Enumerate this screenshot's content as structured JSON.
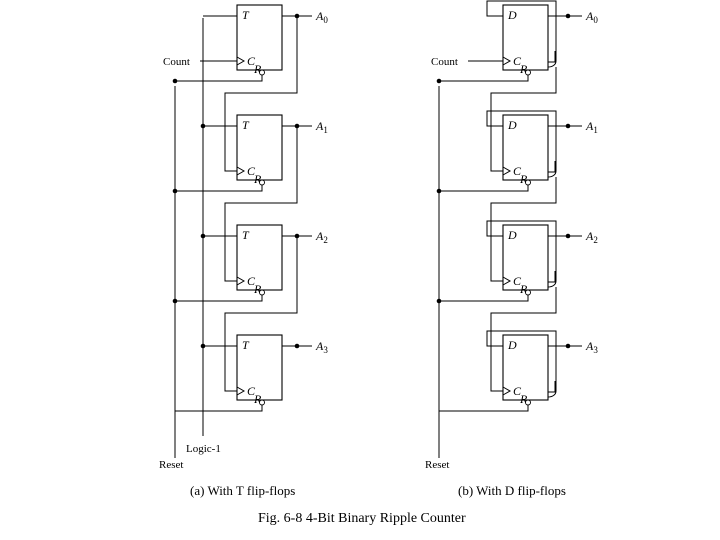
{
  "figure": {
    "title": "Fig. 6-8  4-Bit Binary Ripple Counter",
    "left": {
      "caption": "(a) With T flip-flops",
      "flip_flop_input": "T",
      "count_label": "Count",
      "reset_label": "Reset",
      "logic_label": "Logic-1",
      "clock_label": "C",
      "reset_pin": "R",
      "outputs": [
        {
          "name": "A",
          "sub": "0"
        },
        {
          "name": "A",
          "sub": "1"
        },
        {
          "name": "A",
          "sub": "2"
        },
        {
          "name": "A",
          "sub": "3"
        }
      ]
    },
    "right": {
      "caption": "(b) With D flip-flops",
      "flip_flop_input": "D",
      "count_label": "Count",
      "reset_label": "Reset",
      "clock_label": "C",
      "reset_pin": "R",
      "outputs": [
        {
          "name": "A",
          "sub": "0"
        },
        {
          "name": "A",
          "sub": "1"
        },
        {
          "name": "A",
          "sub": "2"
        },
        {
          "name": "A",
          "sub": "3"
        }
      ]
    }
  }
}
